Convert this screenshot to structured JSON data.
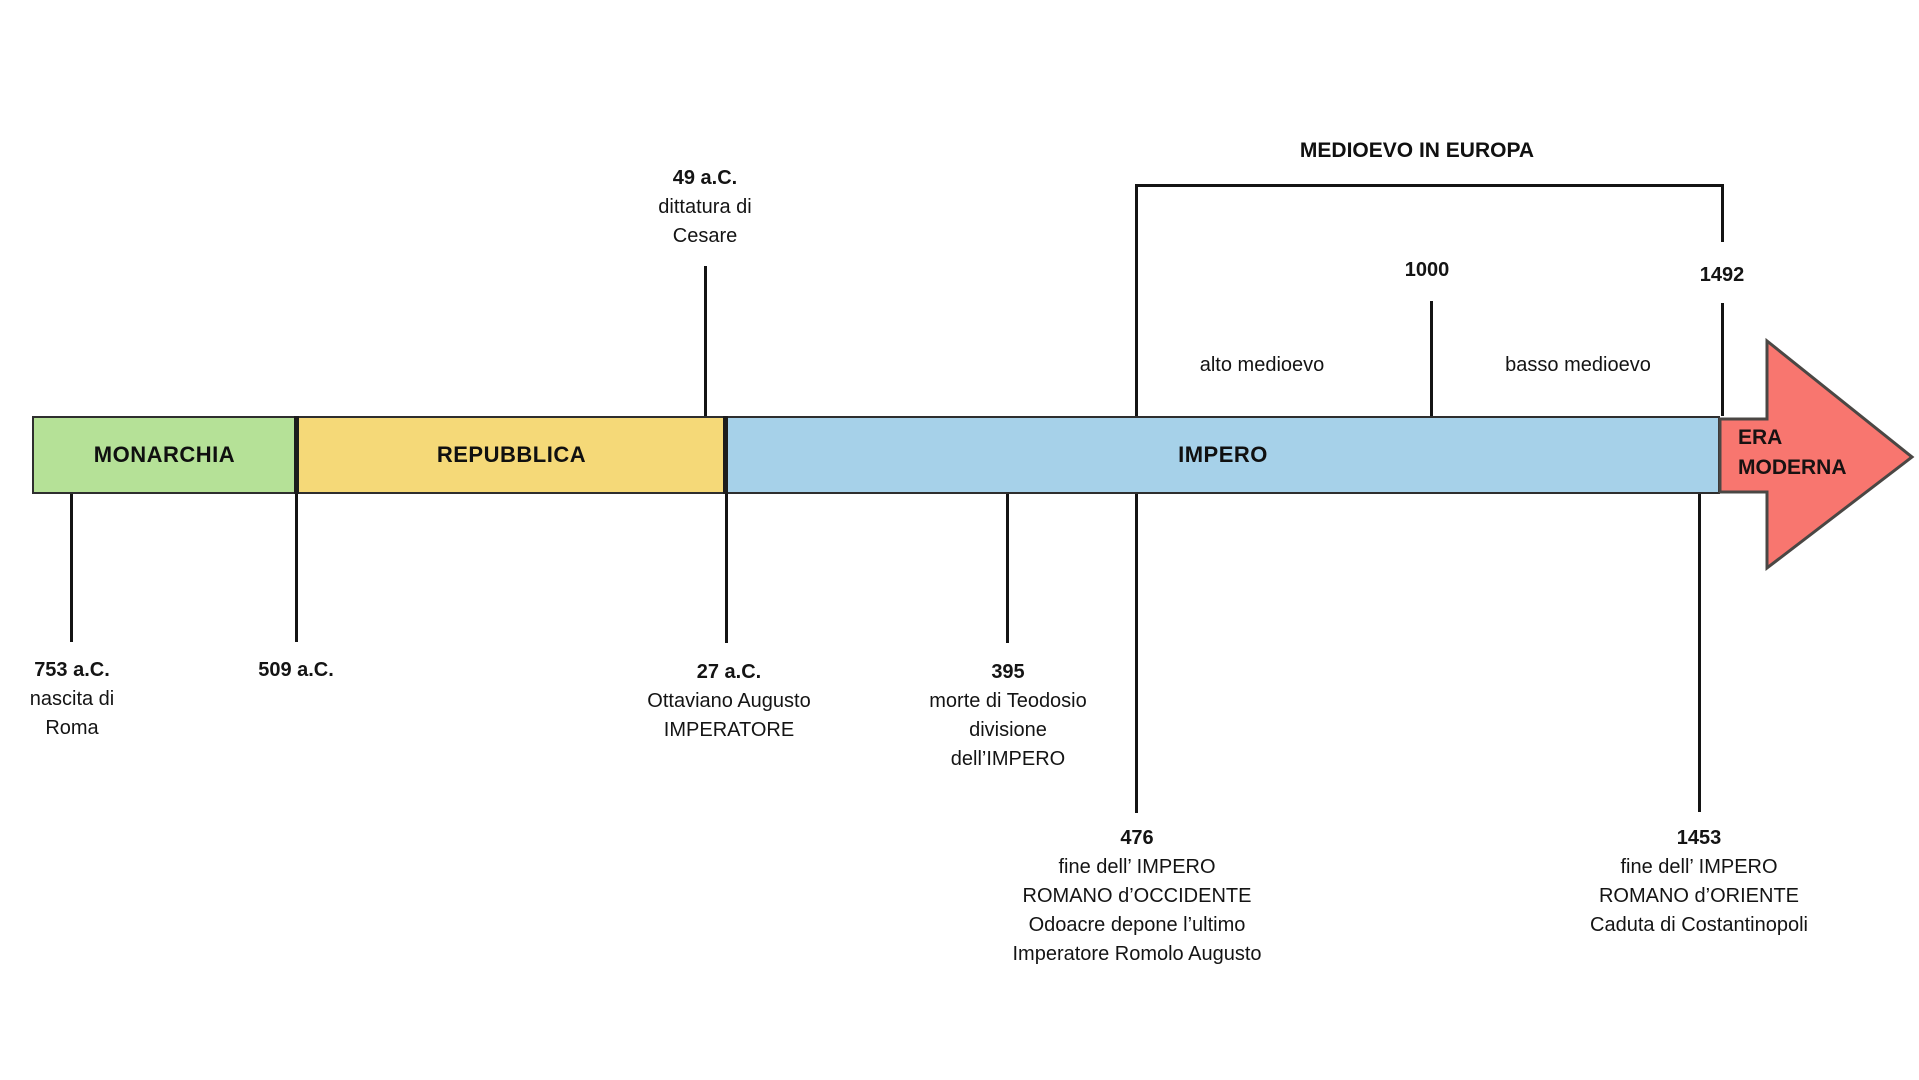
{
  "medioevo": {
    "title": "MEDIOEVO IN EUROPA",
    "sub_periods": [
      {
        "label": "alto medioevo"
      },
      {
        "label": "basso medioevo"
      }
    ],
    "year_1000": "1000",
    "year_1492": "1492"
  },
  "bar": {
    "segments": [
      {
        "label": "MONARCHIA",
        "color": "#b5e197"
      },
      {
        "label": "REPUBBLICA",
        "color": "#f5d978"
      },
      {
        "label": "IMPERO",
        "color": "#a6d1e9"
      }
    ],
    "arrow": {
      "label_line1": "ERA",
      "label_line2": "MODERNA",
      "color": "#f8766f"
    }
  },
  "events_top": {
    "caesar": {
      "lines": [
        "49 a.C.",
        "dittatura di",
        "Cesare"
      ]
    }
  },
  "events_bottom": {
    "e753": {
      "lines": [
        "753 a.C.",
        "nascita di",
        "Roma"
      ]
    },
    "e509": {
      "lines": [
        "509 a.C."
      ]
    },
    "e27": {
      "lines": [
        "27 a.C.",
        "Ottaviano Augusto",
        "IMPERATORE"
      ]
    },
    "e395": {
      "lines": [
        "395",
        "morte di Teodosio",
        "divisione",
        "dell’IMPERO"
      ]
    },
    "e476": {
      "lines": [
        "476",
        "fine dell’ IMPERO",
        "ROMANO d’OCCIDENTE",
        "Odoacre depone l’ultimo",
        "Imperatore Romolo Augusto"
      ]
    },
    "e1453": {
      "lines": [
        "1453",
        "fine dell’ IMPERO",
        "ROMANO d’ORIENTE",
        "Caduta di Costantinopoli"
      ]
    }
  },
  "colors": {
    "monarchia_green": "#b5e197",
    "repubblica_yellow": "#f5d978",
    "impero_blue": "#a6d1e9",
    "era_moderna_red": "#f8766f",
    "line_black": "#141414"
  }
}
